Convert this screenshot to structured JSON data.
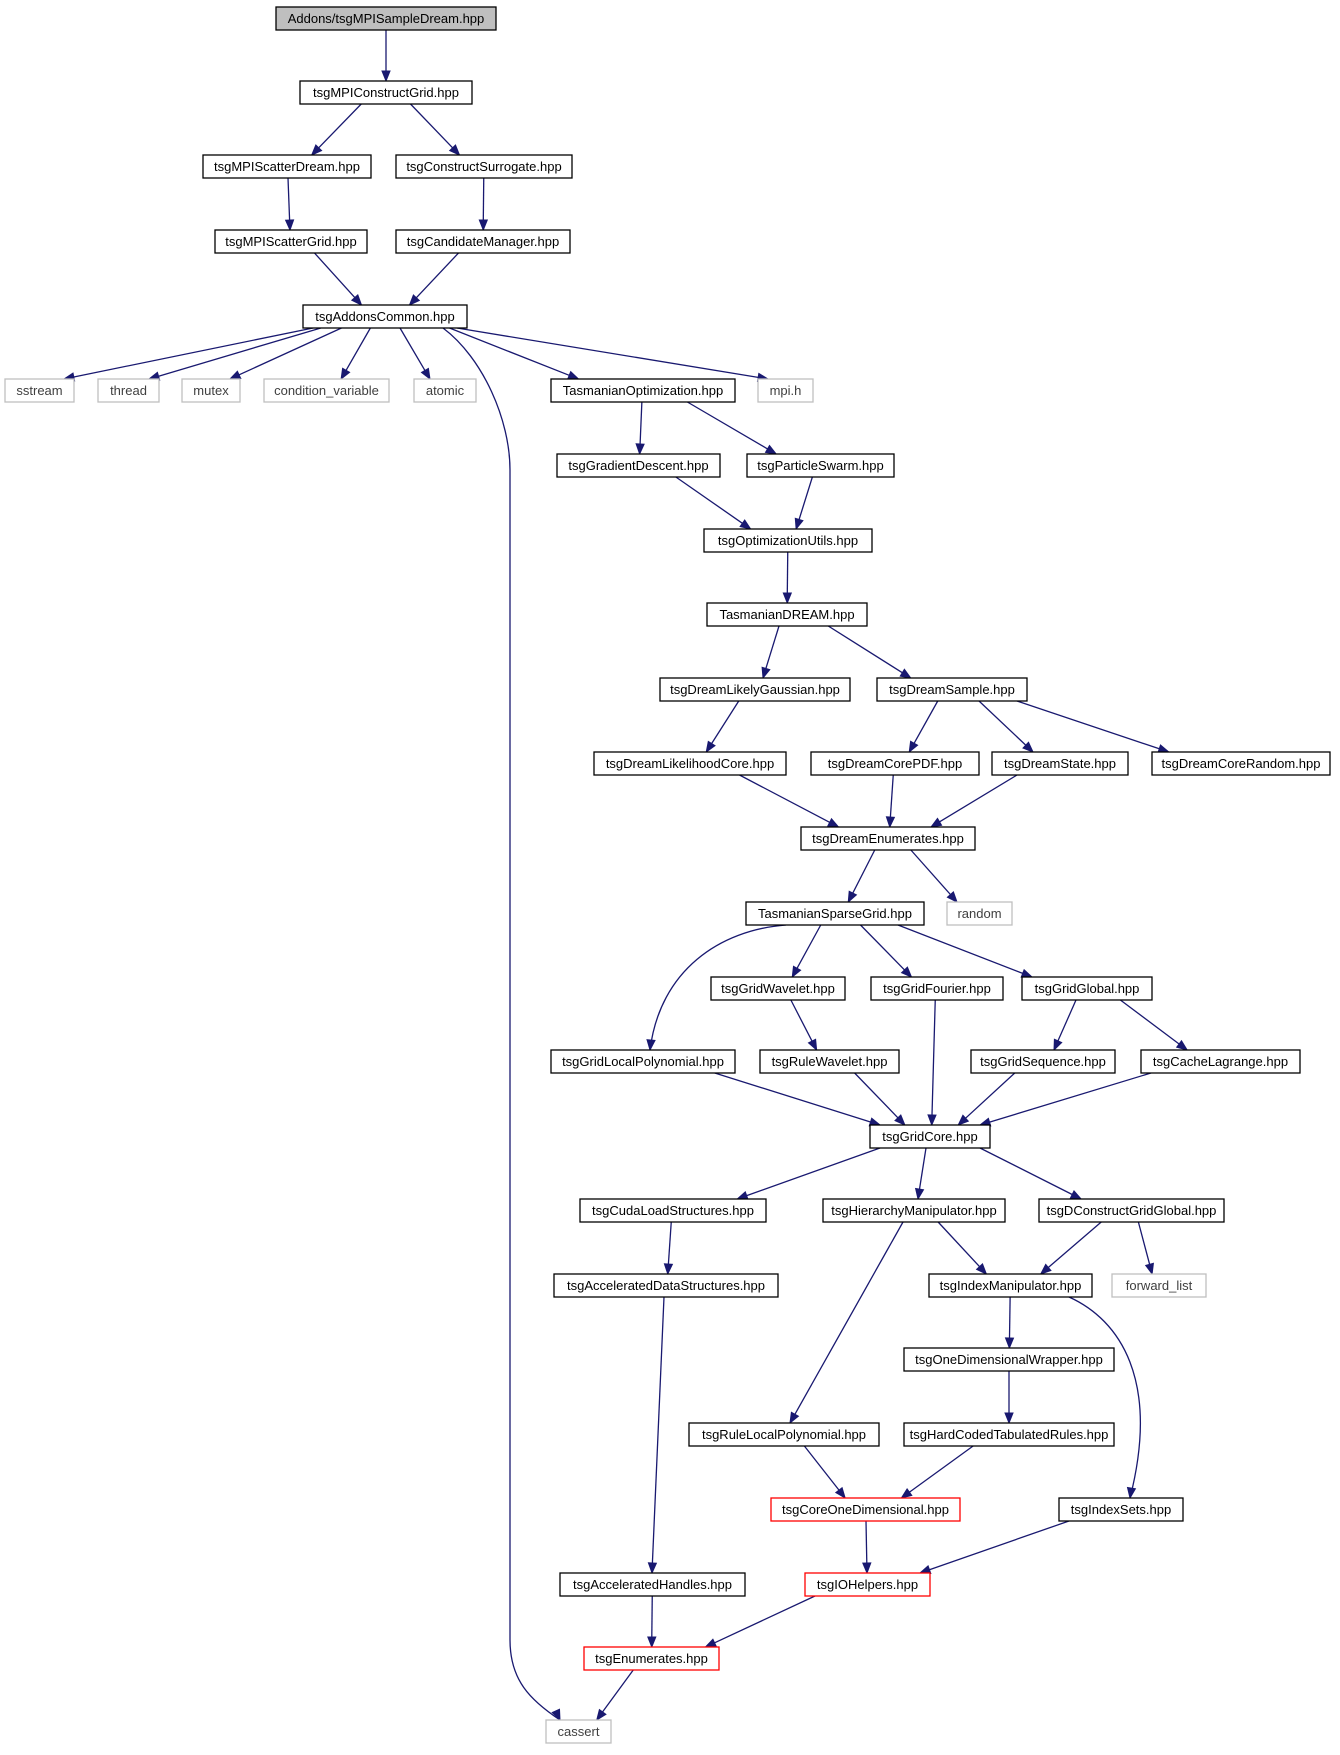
{
  "diagram": {
    "colors": {
      "edge": "#191970",
      "border_normal": "#000000",
      "border_external": "#bfbfbf",
      "border_incomplete": "#ff0000",
      "root_fill": "#bfbfbf"
    },
    "nodes": [
      {
        "id": "root",
        "label": "Addons/tsgMPISampleDream.hpp",
        "style": "root"
      },
      {
        "id": "mpiconstructgrid",
        "label": "tsgMPIConstructGrid.hpp",
        "style": "normal"
      },
      {
        "id": "mpiscatterdream",
        "label": "tsgMPIScatterDream.hpp",
        "style": "normal"
      },
      {
        "id": "constructsurrogate",
        "label": "tsgConstructSurrogate.hpp",
        "style": "normal"
      },
      {
        "id": "mpiscattergrid",
        "label": "tsgMPIScatterGrid.hpp",
        "style": "normal"
      },
      {
        "id": "candidatemanager",
        "label": "tsgCandidateManager.hpp",
        "style": "normal"
      },
      {
        "id": "addonscommon",
        "label": "tsgAddonsCommon.hpp",
        "style": "normal"
      },
      {
        "id": "sstream",
        "label": "sstream",
        "style": "external"
      },
      {
        "id": "thread",
        "label": "thread",
        "style": "external"
      },
      {
        "id": "mutex",
        "label": "mutex",
        "style": "external"
      },
      {
        "id": "condvar",
        "label": "condition_variable",
        "style": "external"
      },
      {
        "id": "atomic",
        "label": "atomic",
        "style": "external"
      },
      {
        "id": "tasopt",
        "label": "TasmanianOptimization.hpp",
        "style": "normal"
      },
      {
        "id": "mpih",
        "label": "mpi.h",
        "style": "external"
      },
      {
        "id": "graddesc",
        "label": "tsgGradientDescent.hpp",
        "style": "normal"
      },
      {
        "id": "partswarm",
        "label": "tsgParticleSwarm.hpp",
        "style": "normal"
      },
      {
        "id": "optutils",
        "label": "tsgOptimizationUtils.hpp",
        "style": "normal"
      },
      {
        "id": "tasdream",
        "label": "TasmanianDREAM.hpp",
        "style": "normal"
      },
      {
        "id": "likelygauss",
        "label": "tsgDreamLikelyGaussian.hpp",
        "style": "normal"
      },
      {
        "id": "dreamsample",
        "label": "tsgDreamSample.hpp",
        "style": "normal"
      },
      {
        "id": "likelihoodcore",
        "label": "tsgDreamLikelihoodCore.hpp",
        "style": "normal"
      },
      {
        "id": "corepdf",
        "label": "tsgDreamCorePDF.hpp",
        "style": "normal"
      },
      {
        "id": "dreamstate",
        "label": "tsgDreamState.hpp",
        "style": "normal"
      },
      {
        "id": "corerandom",
        "label": "tsgDreamCoreRandom.hpp",
        "style": "normal"
      },
      {
        "id": "dreamenum",
        "label": "tsgDreamEnumerates.hpp",
        "style": "normal"
      },
      {
        "id": "tassparse",
        "label": "TasmanianSparseGrid.hpp",
        "style": "normal"
      },
      {
        "id": "random",
        "label": "random",
        "style": "external"
      },
      {
        "id": "gridwavelet",
        "label": "tsgGridWavelet.hpp",
        "style": "normal"
      },
      {
        "id": "gridfourier",
        "label": "tsgGridFourier.hpp",
        "style": "normal"
      },
      {
        "id": "gridglobal",
        "label": "tsgGridGlobal.hpp",
        "style": "normal"
      },
      {
        "id": "gridlocalpoly",
        "label": "tsgGridLocalPolynomial.hpp",
        "style": "normal"
      },
      {
        "id": "rulewavelet",
        "label": "tsgRuleWavelet.hpp",
        "style": "normal"
      },
      {
        "id": "gridsequence",
        "label": "tsgGridSequence.hpp",
        "style": "normal"
      },
      {
        "id": "cachelagrange",
        "label": "tsgCacheLagrange.hpp",
        "style": "normal"
      },
      {
        "id": "gridcore",
        "label": "tsgGridCore.hpp",
        "style": "normal"
      },
      {
        "id": "cudaload",
        "label": "tsgCudaLoadStructures.hpp",
        "style": "normal"
      },
      {
        "id": "hiermanip",
        "label": "tsgHierarchyManipulator.hpp",
        "style": "normal"
      },
      {
        "id": "dconstruct",
        "label": "tsgDConstructGridGlobal.hpp",
        "style": "normal"
      },
      {
        "id": "accelds",
        "label": "tsgAcceleratedDataStructures.hpp",
        "style": "normal"
      },
      {
        "id": "indexmanip",
        "label": "tsgIndexManipulator.hpp",
        "style": "normal"
      },
      {
        "id": "forwardlist",
        "label": "forward_list",
        "style": "external"
      },
      {
        "id": "onedimwrap",
        "label": "tsgOneDimensionalWrapper.hpp",
        "style": "normal"
      },
      {
        "id": "rulelocalpoly",
        "label": "tsgRuleLocalPolynomial.hpp",
        "style": "normal"
      },
      {
        "id": "hardcoded",
        "label": "tsgHardCodedTabulatedRules.hpp",
        "style": "normal"
      },
      {
        "id": "coreonedim",
        "label": "tsgCoreOneDimensional.hpp",
        "style": "incomplete"
      },
      {
        "id": "indexsets",
        "label": "tsgIndexSets.hpp",
        "style": "normal"
      },
      {
        "id": "acchandles",
        "label": "tsgAcceleratedHandles.hpp",
        "style": "normal"
      },
      {
        "id": "iohelpers",
        "label": "tsgIOHelpers.hpp",
        "style": "incomplete"
      },
      {
        "id": "enumerates",
        "label": "tsgEnumerates.hpp",
        "style": "incomplete"
      },
      {
        "id": "cassert",
        "label": "cassert",
        "style": "external"
      }
    ],
    "edges": [
      {
        "from": "root",
        "to": "mpiconstructgrid"
      },
      {
        "from": "mpiconstructgrid",
        "to": "mpiscatterdream"
      },
      {
        "from": "mpiconstructgrid",
        "to": "constructsurrogate"
      },
      {
        "from": "mpiscatterdream",
        "to": "mpiscattergrid"
      },
      {
        "from": "constructsurrogate",
        "to": "candidatemanager"
      },
      {
        "from": "mpiscattergrid",
        "to": "addonscommon"
      },
      {
        "from": "candidatemanager",
        "to": "addonscommon"
      },
      {
        "from": "addonscommon",
        "to": "sstream"
      },
      {
        "from": "addonscommon",
        "to": "thread"
      },
      {
        "from": "addonscommon",
        "to": "mutex"
      },
      {
        "from": "addonscommon",
        "to": "condvar"
      },
      {
        "from": "addonscommon",
        "to": "atomic"
      },
      {
        "from": "addonscommon",
        "to": "cassert"
      },
      {
        "from": "addonscommon",
        "to": "tasopt"
      },
      {
        "from": "addonscommon",
        "to": "mpih"
      },
      {
        "from": "tasopt",
        "to": "graddesc"
      },
      {
        "from": "tasopt",
        "to": "partswarm"
      },
      {
        "from": "graddesc",
        "to": "optutils"
      },
      {
        "from": "partswarm",
        "to": "optutils"
      },
      {
        "from": "optutils",
        "to": "tasdream"
      },
      {
        "from": "tasdream",
        "to": "likelygauss"
      },
      {
        "from": "tasdream",
        "to": "dreamsample"
      },
      {
        "from": "likelygauss",
        "to": "likelihoodcore"
      },
      {
        "from": "dreamsample",
        "to": "corepdf"
      },
      {
        "from": "dreamsample",
        "to": "dreamstate"
      },
      {
        "from": "dreamsample",
        "to": "corerandom"
      },
      {
        "from": "likelihoodcore",
        "to": "dreamenum"
      },
      {
        "from": "corepdf",
        "to": "dreamenum"
      },
      {
        "from": "dreamstate",
        "to": "dreamenum"
      },
      {
        "from": "dreamenum",
        "to": "tassparse"
      },
      {
        "from": "dreamenum",
        "to": "random"
      },
      {
        "from": "tassparse",
        "to": "gridlocalpoly"
      },
      {
        "from": "tassparse",
        "to": "gridwavelet"
      },
      {
        "from": "tassparse",
        "to": "gridfourier"
      },
      {
        "from": "tassparse",
        "to": "gridglobal"
      },
      {
        "from": "gridwavelet",
        "to": "rulewavelet"
      },
      {
        "from": "gridglobal",
        "to": "gridsequence"
      },
      {
        "from": "gridglobal",
        "to": "cachelagrange"
      },
      {
        "from": "gridlocalpoly",
        "to": "gridcore"
      },
      {
        "from": "rulewavelet",
        "to": "gridcore"
      },
      {
        "from": "gridfourier",
        "to": "gridcore"
      },
      {
        "from": "gridsequence",
        "to": "gridcore"
      },
      {
        "from": "cachelagrange",
        "to": "gridcore"
      },
      {
        "from": "gridcore",
        "to": "cudaload"
      },
      {
        "from": "gridcore",
        "to": "hiermanip"
      },
      {
        "from": "gridcore",
        "to": "dconstruct"
      },
      {
        "from": "cudaload",
        "to": "accelds"
      },
      {
        "from": "hiermanip",
        "to": "indexmanip"
      },
      {
        "from": "hiermanip",
        "to": "rulelocalpoly"
      },
      {
        "from": "dconstruct",
        "to": "indexmanip"
      },
      {
        "from": "dconstruct",
        "to": "forwardlist"
      },
      {
        "from": "accelds",
        "to": "acchandles"
      },
      {
        "from": "indexmanip",
        "to": "onedimwrap"
      },
      {
        "from": "indexmanip",
        "to": "indexsets"
      },
      {
        "from": "onedimwrap",
        "to": "hardcoded"
      },
      {
        "from": "rulelocalpoly",
        "to": "coreonedim"
      },
      {
        "from": "hardcoded",
        "to": "coreonedim"
      },
      {
        "from": "coreonedim",
        "to": "iohelpers"
      },
      {
        "from": "indexsets",
        "to": "iohelpers"
      },
      {
        "from": "acchandles",
        "to": "enumerates"
      },
      {
        "from": "iohelpers",
        "to": "enumerates"
      },
      {
        "from": "enumerates",
        "to": "cassert"
      }
    ]
  }
}
